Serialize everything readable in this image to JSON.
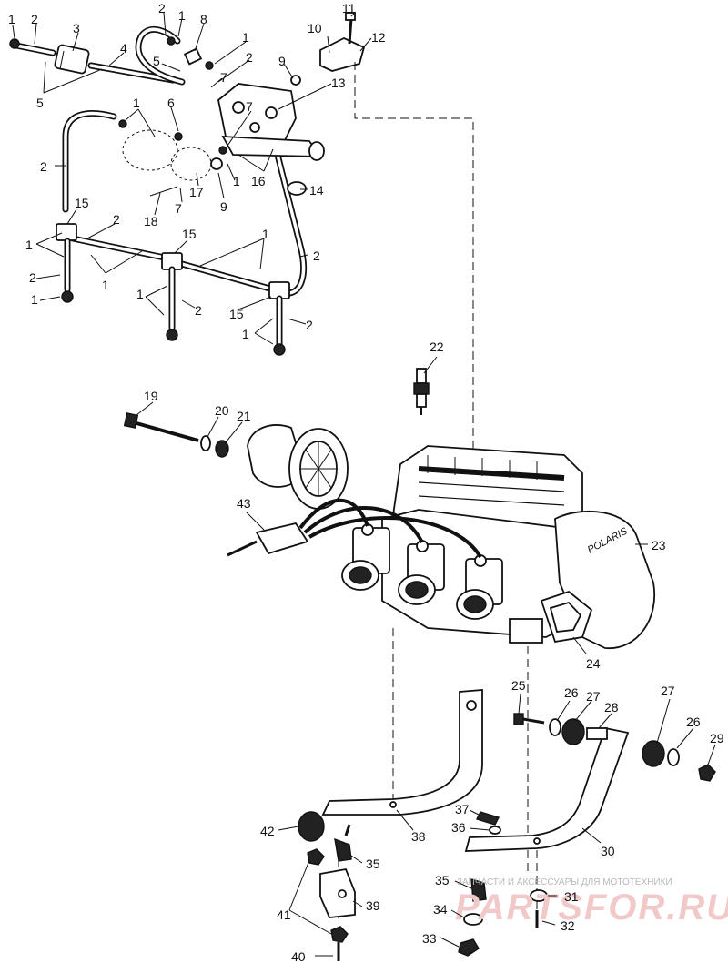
{
  "labels": [
    {
      "id": "c1",
      "text": "1"
    },
    {
      "id": "c2",
      "text": "2"
    },
    {
      "id": "c3",
      "text": "3"
    },
    {
      "id": "c4",
      "text": "4"
    },
    {
      "id": "c5",
      "text": "5"
    },
    {
      "id": "c6",
      "text": "6"
    },
    {
      "id": "c7",
      "text": "7"
    },
    {
      "id": "c8",
      "text": "8"
    },
    {
      "id": "c9",
      "text": "9"
    },
    {
      "id": "c10",
      "text": "10"
    },
    {
      "id": "c11",
      "text": "11"
    },
    {
      "id": "c12",
      "text": "12"
    },
    {
      "id": "c13",
      "text": "13"
    },
    {
      "id": "c14",
      "text": "14"
    },
    {
      "id": "c15",
      "text": "15"
    },
    {
      "id": "c16",
      "text": "16"
    },
    {
      "id": "c17",
      "text": "17"
    },
    {
      "id": "c18",
      "text": "18"
    },
    {
      "id": "c19",
      "text": "19"
    },
    {
      "id": "c20",
      "text": "20"
    },
    {
      "id": "c21",
      "text": "21"
    },
    {
      "id": "c22",
      "text": "22"
    },
    {
      "id": "c23",
      "text": "23"
    },
    {
      "id": "c24",
      "text": "24"
    },
    {
      "id": "c25",
      "text": "25"
    },
    {
      "id": "c26",
      "text": "26"
    },
    {
      "id": "c27",
      "text": "27"
    },
    {
      "id": "c28",
      "text": "28"
    },
    {
      "id": "c29",
      "text": "29"
    },
    {
      "id": "c30",
      "text": "30"
    },
    {
      "id": "c31",
      "text": "31"
    },
    {
      "id": "c32",
      "text": "32"
    },
    {
      "id": "c33",
      "text": "33"
    },
    {
      "id": "c34",
      "text": "34"
    },
    {
      "id": "c35",
      "text": "35"
    },
    {
      "id": "c36",
      "text": "36"
    },
    {
      "id": "c37",
      "text": "37"
    },
    {
      "id": "c38",
      "text": "38"
    },
    {
      "id": "c39",
      "text": "39"
    },
    {
      "id": "c40",
      "text": "40"
    },
    {
      "id": "c41",
      "text": "41"
    },
    {
      "id": "c42",
      "text": "42"
    },
    {
      "id": "c43",
      "text": "43"
    }
  ],
  "brand_text": "POLARIS",
  "watermark": {
    "tagline": "ЗАПЧАСТИ И АКСЕССУАРЫ ДЛЯ МОТОТЕХНИКИ",
    "logo": "PARTSFOR.RU"
  }
}
